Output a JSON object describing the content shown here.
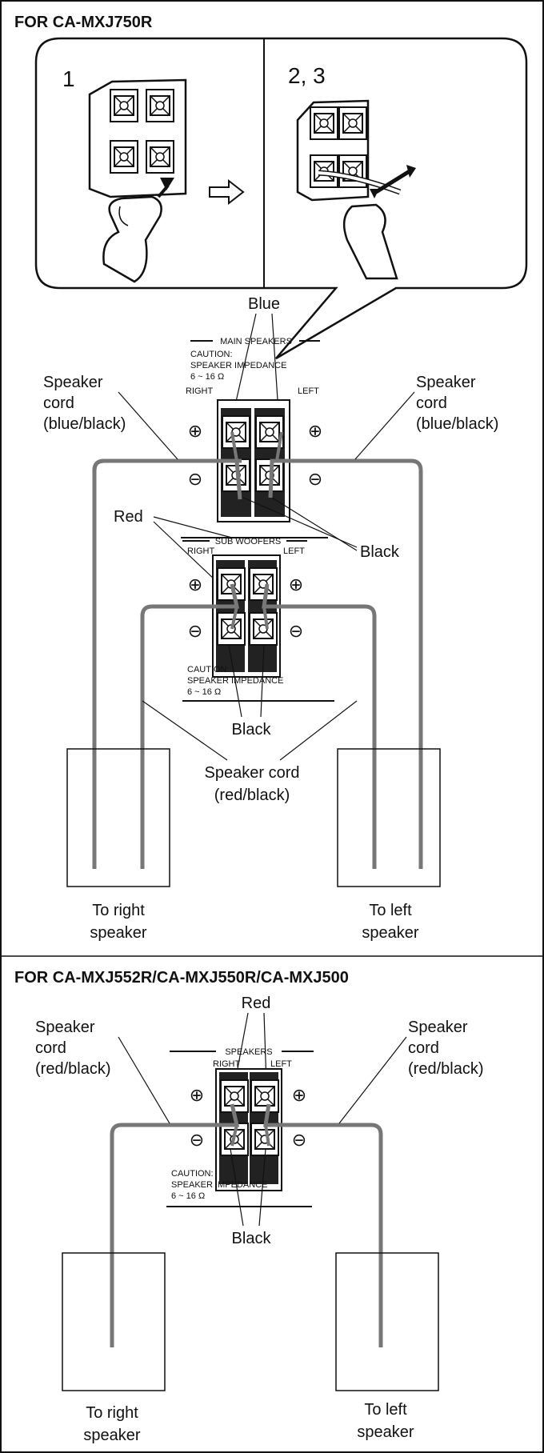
{
  "section1": {
    "header": "FOR CA-MXJ750R",
    "steps": {
      "left": "1",
      "right": "2, 3"
    },
    "panel": {
      "main_title": "MAIN SPEAKERS",
      "caution_lines": [
        "CAUTION:",
        "SPEAKER IMPEDANCE",
        "6 ~ 16 Ω"
      ],
      "right": "RIGHT",
      "left": "LEFT",
      "sub_title": "SUB WOOFERS",
      "sub_right": "RIGHT",
      "sub_left": "LEFT",
      "sub_caution_lines": [
        "CAUTION:",
        "SPEAKER IMPEDANCE",
        "6 ~ 16 Ω"
      ],
      "plus": "⊕",
      "minus": "⊖"
    },
    "labels": {
      "blue": "Blue",
      "red": "Red",
      "black_right": "Black",
      "black_bottom": "Black",
      "cord_left": [
        "Speaker",
        "cord",
        "(blue/black)"
      ],
      "cord_right": [
        "Speaker",
        "cord",
        "(blue/black)"
      ],
      "cord_center": [
        "Speaker cord",
        "(red/black)"
      ],
      "to_right": [
        "To right",
        "speaker"
      ],
      "to_left": [
        "To left",
        "speaker"
      ]
    }
  },
  "section2": {
    "header": "FOR CA-MXJ552R/CA-MXJ550R/CA-MXJ500",
    "panel": {
      "title": "SPEAKERS",
      "right": "RIGHT",
      "left": "LEFT",
      "caution_lines": [
        "CAUTION:",
        "SPEAKER IMPEDANCE",
        "6 ~ 16 Ω"
      ],
      "plus": "⊕",
      "minus": "⊖"
    },
    "labels": {
      "red": "Red",
      "black": "Black",
      "cord_left": [
        "Speaker",
        "cord",
        "(red/black)"
      ],
      "cord_right": [
        "Speaker",
        "cord",
        "(red/black)"
      ],
      "to_right": [
        "To right",
        "speaker"
      ],
      "to_left": [
        "To left",
        "speaker"
      ]
    }
  },
  "colors": {
    "cord": "#777777",
    "line": "#111111",
    "terminal": "#222222"
  }
}
